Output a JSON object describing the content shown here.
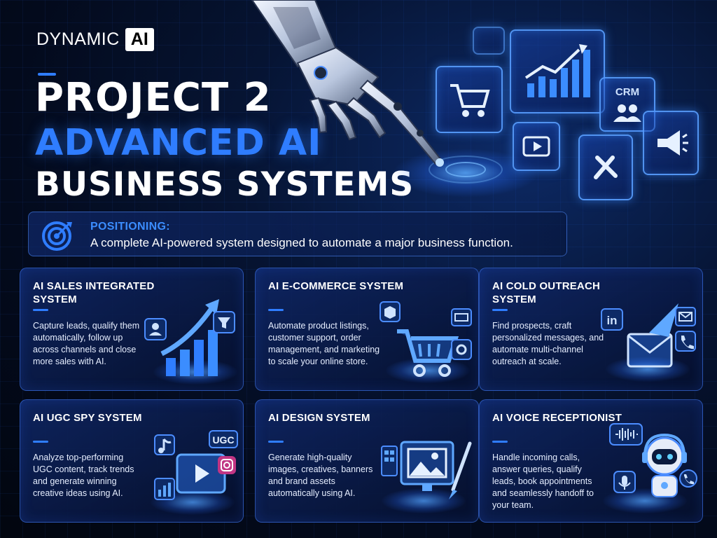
{
  "brand": {
    "word": "DYNAMIC",
    "box": "AI"
  },
  "title": {
    "line1": "PROJECT 2",
    "line2": "ADVANCED AI",
    "line3": "BUSINESS SYSTEMS"
  },
  "holo_panels": {
    "crm_label": "CRM"
  },
  "positioning": {
    "label": "POSITIONING:",
    "text": "A complete AI-powered system designed to automate a major business function."
  },
  "cards": [
    {
      "title": "AI SALES INTEGRATED SYSTEM",
      "text": "Capture leads, qualify them automatically, follow up across channels and close more sales with AI.",
      "icon": "sales-growth-icon"
    },
    {
      "title": "AI E-COMMERCE SYSTEM",
      "text": "Automate product listings, customer support, order management, and marketing to scale your online store.",
      "icon": "shopping-cart-icon"
    },
    {
      "title": "AI COLD OUTREACH SYSTEM",
      "text": "Find prospects, craft personalized messages, and automate multi-channel outreach at scale.",
      "icon": "envelope-icon",
      "badge": "in"
    },
    {
      "title": "AI UGC SPY SYSTEM",
      "text": "Analyze top-performing UGC content, track trends and generate winning creative ideas using AI.",
      "icon": "video-play-icon",
      "badge": "UGC"
    },
    {
      "title": "AI DESIGN SYSTEM",
      "text": "Generate high-quality images, creatives, banners and brand assets automatically using AI.",
      "icon": "design-monitor-icon"
    },
    {
      "title": "AI VOICE RECEPTIONIST",
      "text": "Handle incoming calls, answer queries, qualify leads, book appointments and seamlessly handoff to your team.",
      "icon": "robot-icon"
    }
  ],
  "colors": {
    "accent": "#2f7dff",
    "background": "#030a1c",
    "card_border": "#4682ff"
  }
}
